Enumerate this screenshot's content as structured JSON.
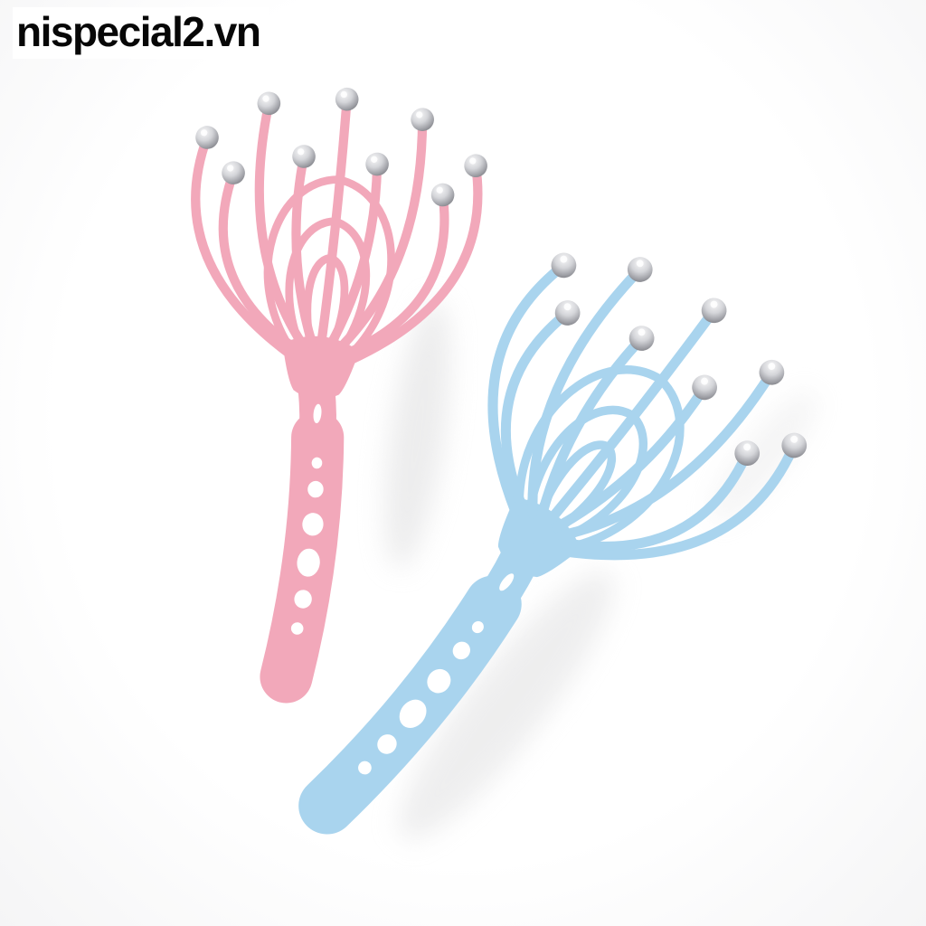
{
  "watermark": {
    "text": "nispecial2.vn"
  },
  "scene": {
    "items": [
      {
        "name": "pink-scalp-massager",
        "color": "#f2a8ba"
      },
      {
        "name": "blue-scalp-massager",
        "color": "#a9d4ee"
      }
    ]
  },
  "colors": {
    "background": "#ffffff",
    "pink": "#f2a8ba",
    "blue": "#a9d4ee",
    "hole": "#ffffff",
    "metal_light": "#f7f7f8",
    "metal_mid": "#d4d5d9",
    "metal_deep": "#9fa0a6",
    "metal_dark": "#7e7f85",
    "shadow": "#dededf",
    "watermark_text": "#070707"
  }
}
